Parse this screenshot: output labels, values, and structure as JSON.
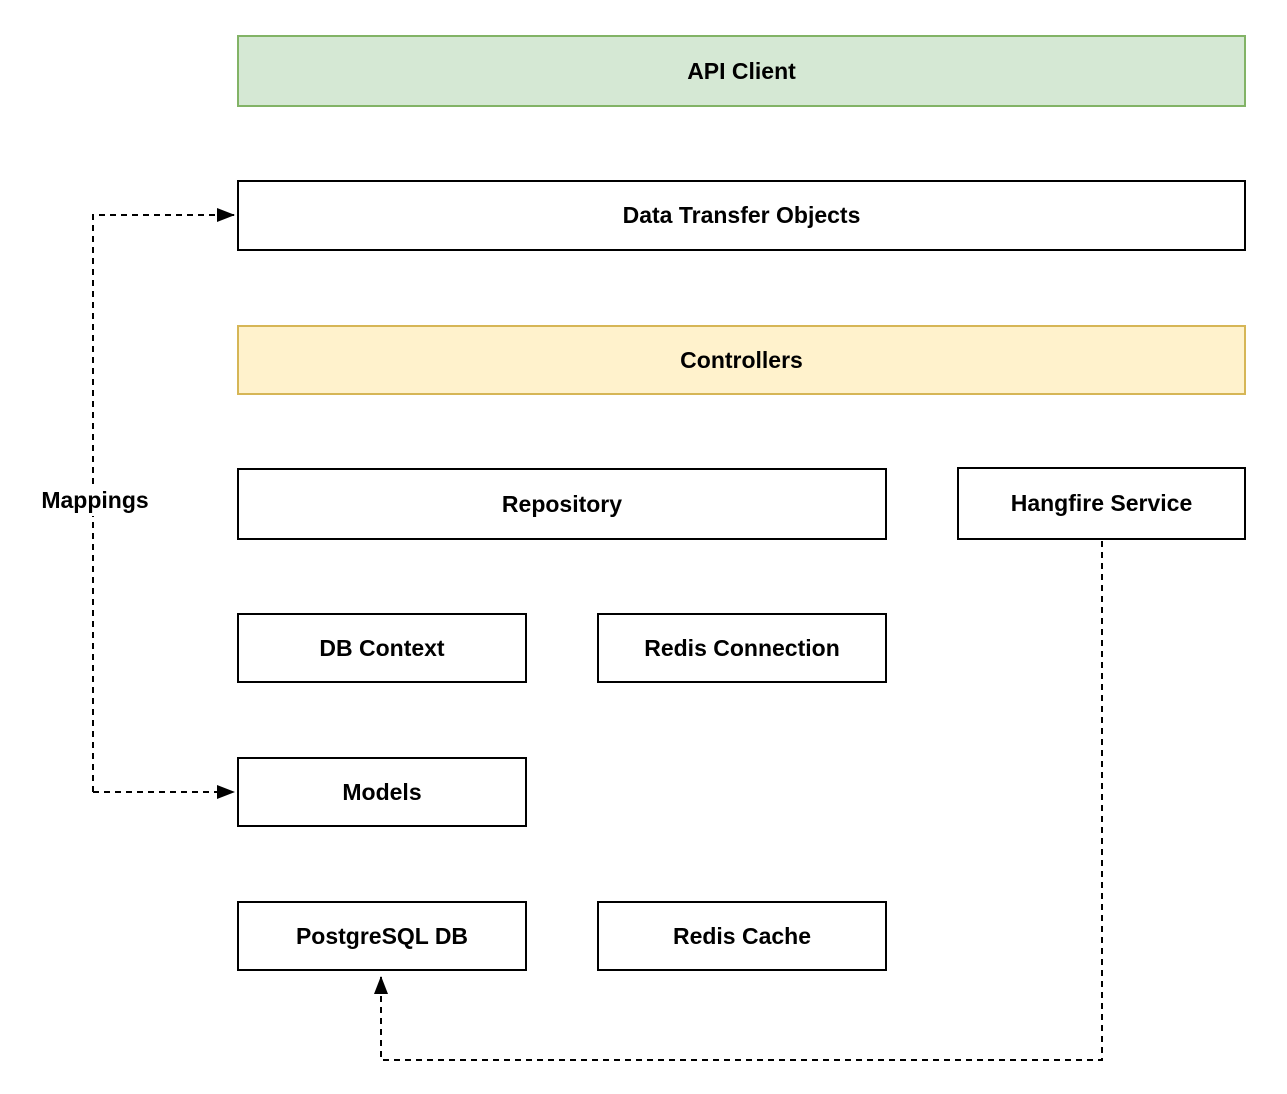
{
  "diagram": {
    "edge_label": {
      "text": "Mappings"
    },
    "nodes": [
      {
        "id": "api-client",
        "label": "API Client",
        "fill": "#d5e8d4",
        "border": "#82b366"
      },
      {
        "id": "data-transfer-objects",
        "label": "Data Transfer Objects",
        "fill": "#ffffff",
        "border": "#000000"
      },
      {
        "id": "controllers",
        "label": "Controllers",
        "fill": "#fff2cc",
        "border": "#d6b656"
      },
      {
        "id": "repository",
        "label": "Repository",
        "fill": "#ffffff",
        "border": "#000000"
      },
      {
        "id": "hangfire-service",
        "label": "Hangfire Service",
        "fill": "#ffffff",
        "border": "#000000"
      },
      {
        "id": "db-context",
        "label": "DB Context",
        "fill": "#ffffff",
        "border": "#000000"
      },
      {
        "id": "redis-connection",
        "label": "Redis Connection",
        "fill": "#ffffff",
        "border": "#000000"
      },
      {
        "id": "models",
        "label": "Models",
        "fill": "#ffffff",
        "border": "#000000"
      },
      {
        "id": "postgresql-db",
        "label": "PostgreSQL DB",
        "fill": "#ffffff",
        "border": "#000000"
      },
      {
        "id": "redis-cache",
        "label": "Redis Cache",
        "fill": "#ffffff",
        "border": "#000000"
      }
    ],
    "edges": [
      {
        "label": "Mappings",
        "to": "data-transfer-objects",
        "style": "dashed",
        "arrow": "end"
      },
      {
        "label": "Mappings",
        "to": "models",
        "style": "dashed",
        "arrow": "end"
      },
      {
        "from": "hangfire-service",
        "to": "postgresql-db",
        "style": "dashed",
        "arrow": "end"
      }
    ],
    "colors": {
      "background": "#ffffff",
      "text": "#000000",
      "connector": "#000000",
      "green_fill": "#d5e8d4",
      "green_border": "#82b366",
      "yellow_fill": "#fff2cc",
      "yellow_border": "#d6b656",
      "default_border": "#000000"
    }
  }
}
